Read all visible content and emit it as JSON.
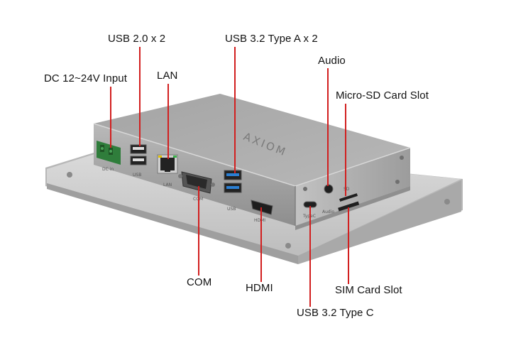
{
  "callouts": {
    "dc_input": "DC 12~24V Input",
    "usb20": "USB 2.0 x 2",
    "lan": "LAN",
    "usb32a": "USB 3.2 Type A x 2",
    "audio": "Audio",
    "microsd": "Micro-SD Card Slot",
    "com": "COM",
    "hdmi": "HDMI",
    "sim": "SIM Card Slot",
    "usb32c": "USB 3.2 Type C"
  },
  "port_markings": {
    "dc": "DC in",
    "usb": "USB",
    "lan": "LAN",
    "com": "COM",
    "usb3": "USB",
    "hdmi": "HDMI",
    "typec": "TypeC",
    "audio": "Audio",
    "sd": "SD"
  },
  "logo_text": "AXIOM",
  "colors": {
    "callout_line": "#d21f1f",
    "panel_frame": "#c9c9c9",
    "chassis": "#9b9b9b",
    "usb3_blue": "#2a7fd4",
    "terminal_green": "#2f7d3b"
  }
}
